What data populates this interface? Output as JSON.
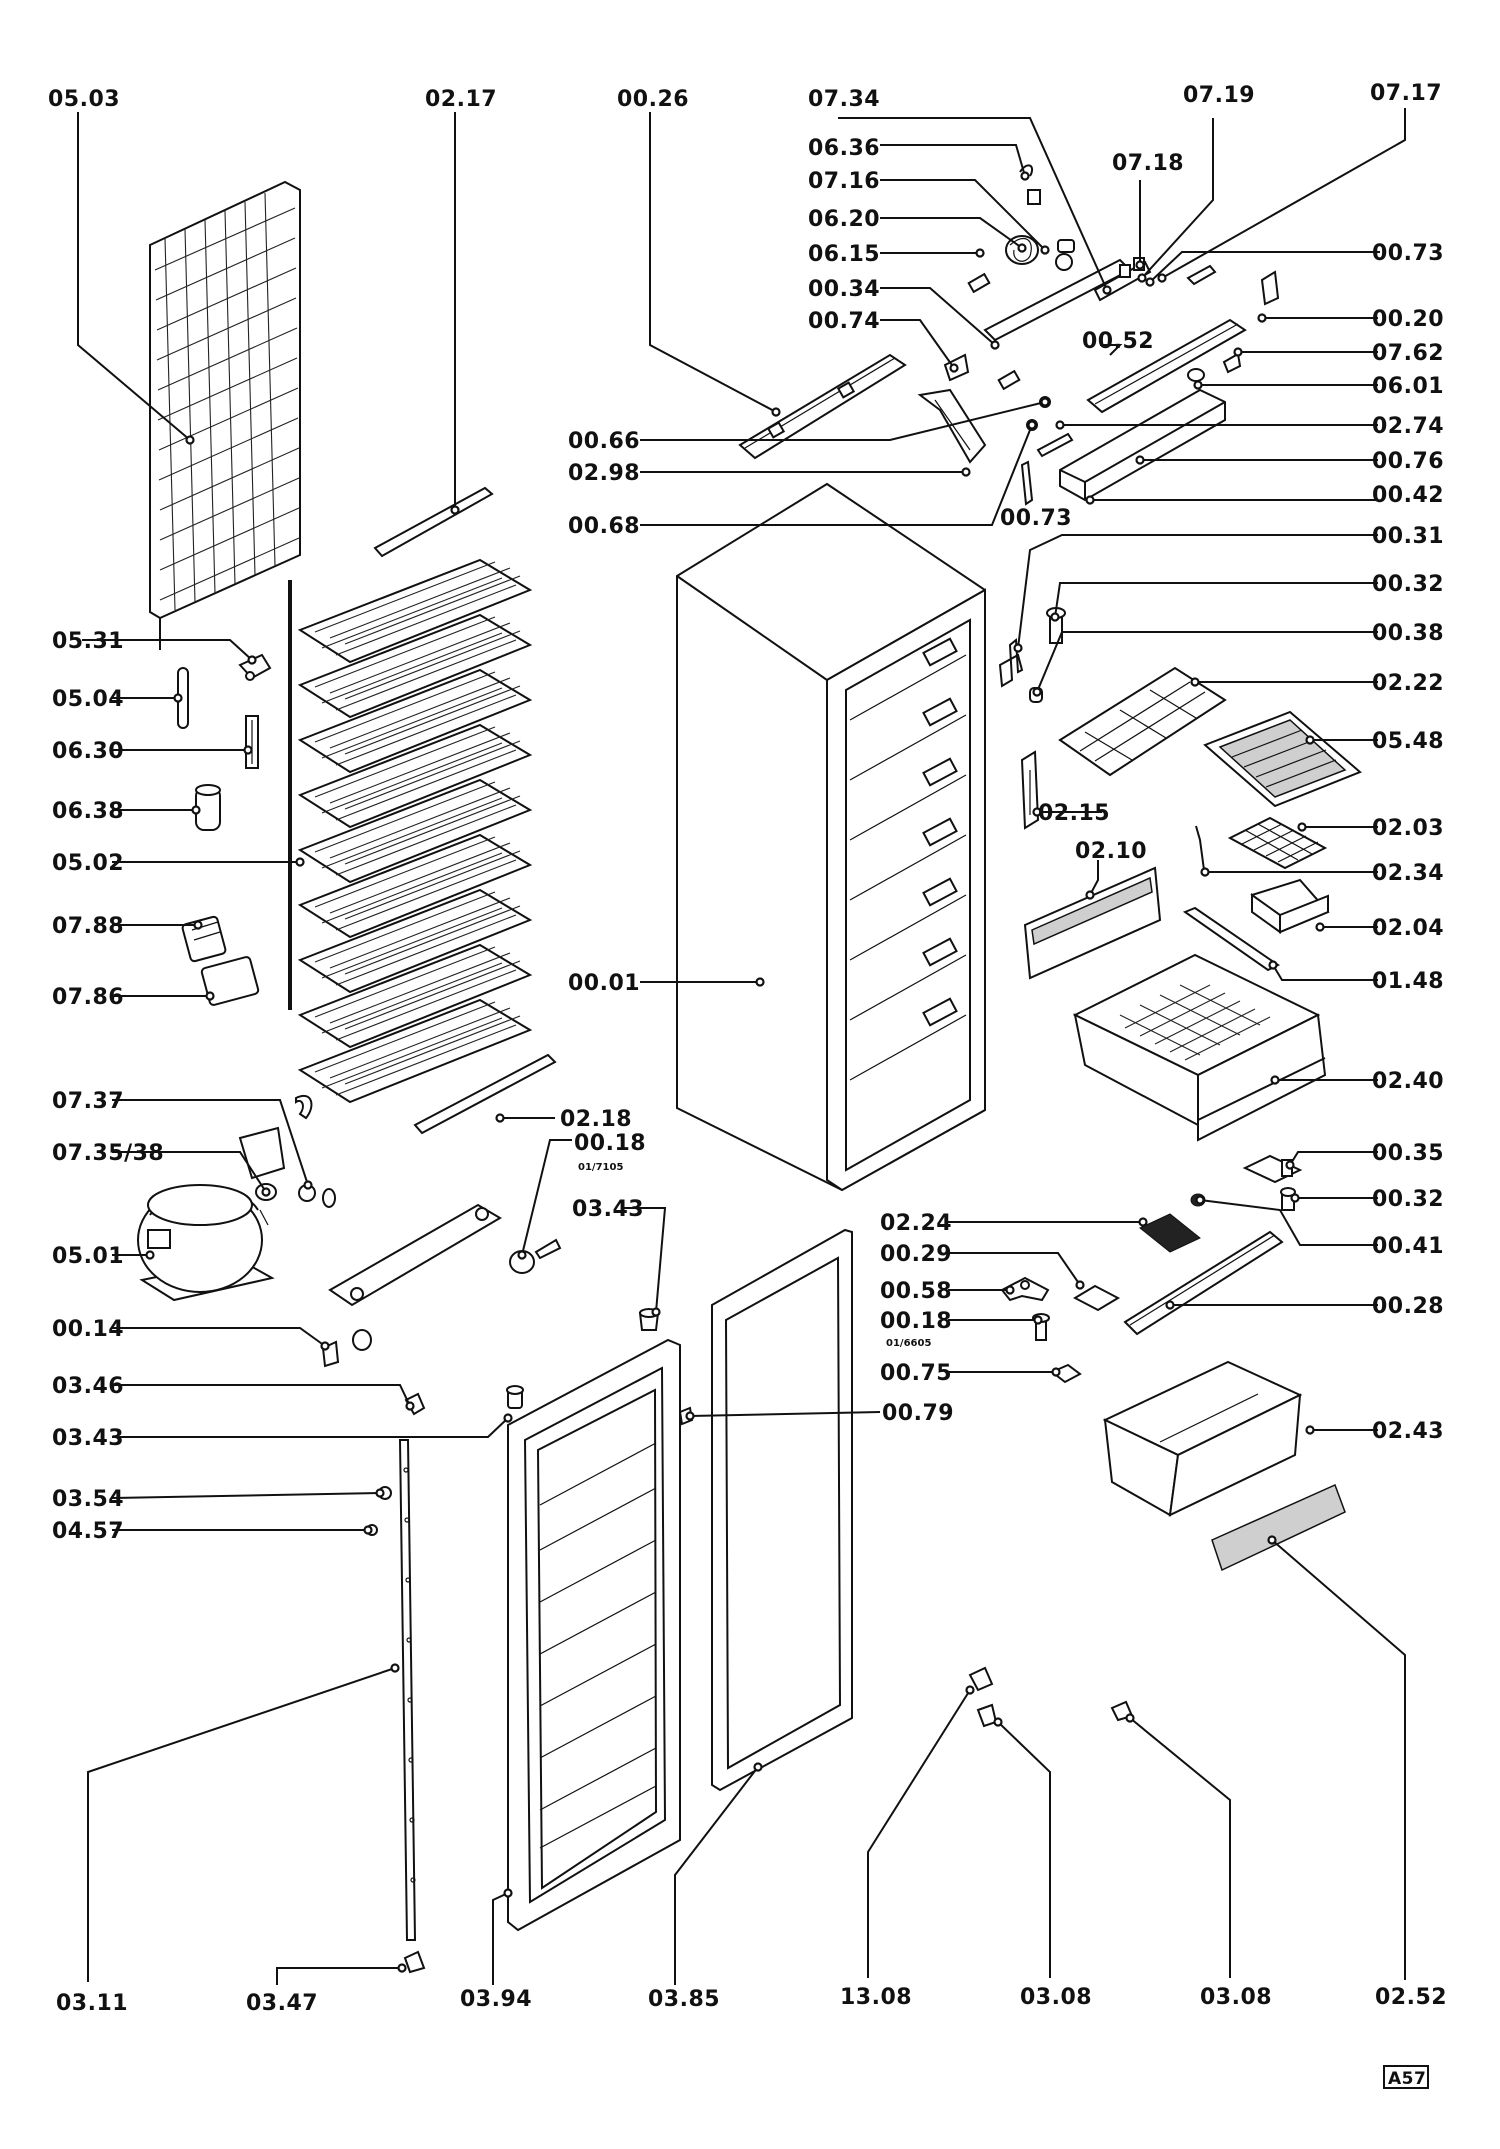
{
  "labels": {
    "l0503": "05.03",
    "l0217": "02.17",
    "l0026": "00.26",
    "l0734": "07.34",
    "l0719": "07.19",
    "l0717": "07.17",
    "l0636": "06.36",
    "l0716": "07.16",
    "l0718": "07.18",
    "l0620": "06.20",
    "l0615": "06.15",
    "l0073a": "00.73",
    "l0034": "00.34",
    "l0020": "00.20",
    "l0074": "00.74",
    "l0052": "00.52",
    "l0762": "07.62",
    "l0601": "06.01",
    "l0066": "00.66",
    "l0274": "02.74",
    "l0298": "02.98",
    "l0076": "00.76",
    "l0073b": "00.73",
    "l0068": "00.68",
    "l0042": "00.42",
    "l0031": "00.31",
    "l0032a": "00.32",
    "l0531": "05.31",
    "l0038": "00.38",
    "l0504": "05.04",
    "l0222": "02.22",
    "l0630": "06.30",
    "l0548": "05.48",
    "l0638": "06.38",
    "l0215": "02.15",
    "l0210": "02.10",
    "l0203": "02.03",
    "l0502": "05.02",
    "l0234": "02.34",
    "l0788": "07.88",
    "l0204": "02.04",
    "l0001": "00.01",
    "l0148": "01.48",
    "l0786": "07.86",
    "l0240": "02.40",
    "l0737": "07.37",
    "l0218": "02.18",
    "l073538": "07.35/38",
    "l0018a": "00.18",
    "l0018a_sub": "01/7105",
    "l0035": "00.35",
    "l0343a": "03.43",
    "l0032b": "00.32",
    "l0501": "05.01",
    "l0224": "02.24",
    "l0041": "00.41",
    "l0029": "00.29",
    "l0058": "00.58",
    "l0028": "00.28",
    "l0018b": "00.18",
    "l0018b_sub": "01/6605",
    "l0014": "00.14",
    "l0075": "00.75",
    "l0346": "03.46",
    "l0079": "00.79",
    "l0343b": "03.43",
    "l0243": "02.43",
    "l0354": "03.54",
    "l0457": "04.57",
    "l0311": "03.11",
    "l0347": "03.47",
    "l0394": "03.94",
    "l0385": "03.85",
    "l1308": "13.08",
    "l0308a": "03.08",
    "l0308b": "03.08",
    "l0252": "02.52"
  },
  "page_code": "A57"
}
